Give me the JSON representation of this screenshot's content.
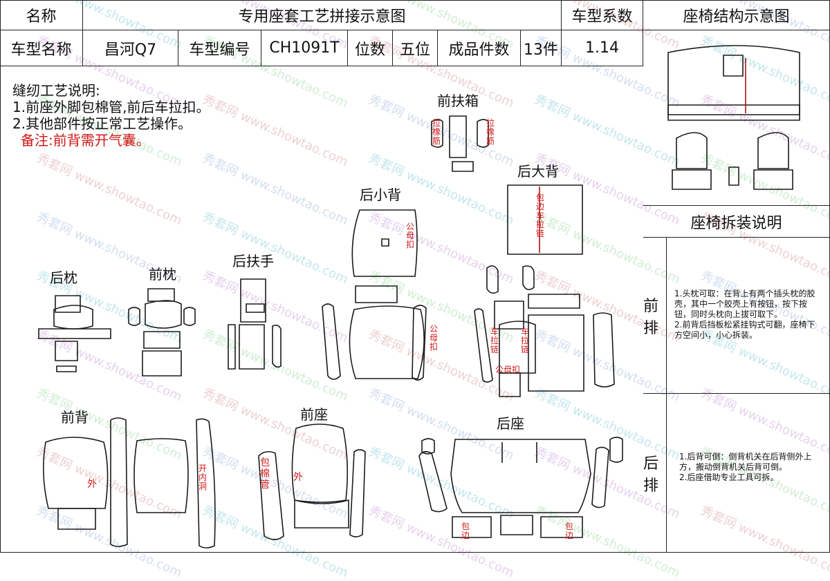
{
  "header": {
    "name_label": "名称",
    "title": "专用座套工艺拼接示意图",
    "coef_label": "车型系数",
    "structure_title": "座椅结构示意图"
  },
  "info": {
    "model_name_label": "车型名称",
    "model_name": "昌河Q7",
    "model_code_label": "车型编号",
    "model_code": "CH1091T",
    "seats_label": "位数",
    "seats": "五位",
    "pieces_label": "成品件数",
    "pieces": "13件",
    "coef": "1.14"
  },
  "notes": {
    "title": "缝纫工艺说明:",
    "line1": "1.前座外脚包棉管,前后车拉扣。",
    "line2": "2.其他部件按正常工艺操作。",
    "remark": "备注:前背需开气囊。"
  },
  "parts": {
    "front_armbox": "前扶箱",
    "rear_big_back": "后大背",
    "rear_small_back": "后小背",
    "rear_headrest": "后枕",
    "front_headrest": "前枕",
    "rear_armrest": "后扶手",
    "front_back": "前背",
    "front_seat": "前座",
    "rear_seat": "后座"
  },
  "labels": {
    "la1": "拉橡筋",
    "la2": "拉橡筋",
    "bao_bian": "包边车拉链",
    "gong_mu": "公母扣",
    "gong_mu2": "公母扣",
    "che_lalian": "车拉链",
    "che_lalian2": "车拉链",
    "gong_mu3": "公母扣",
    "wai1": "外",
    "kai_dong": "开内洞",
    "bao_mianguan": "包棉管",
    "wai2": "外",
    "bao1": "包边",
    "bao2": "包边"
  },
  "disassembly": {
    "title": "座椅拆装说明",
    "front_label": "前排",
    "front_text": "1.头枕可取：在背上有两个插头枕的胶壳，其中一个胶壳上有按钮，按下按钮，同时头枕向上拔可取下。\n2.前背后挡板松紧挂钩式可翻，座椅下方空间小，小心拆装。",
    "rear_label": "后排",
    "rear_text": "1.后背可倒：倒背机关在后背侧外上方，搬动倒背机关后背可倒。\n2.后座借助专业工具可拆。"
  },
  "watermark": {
    "cn": "秀套网",
    "url": "www.showtao.com"
  }
}
